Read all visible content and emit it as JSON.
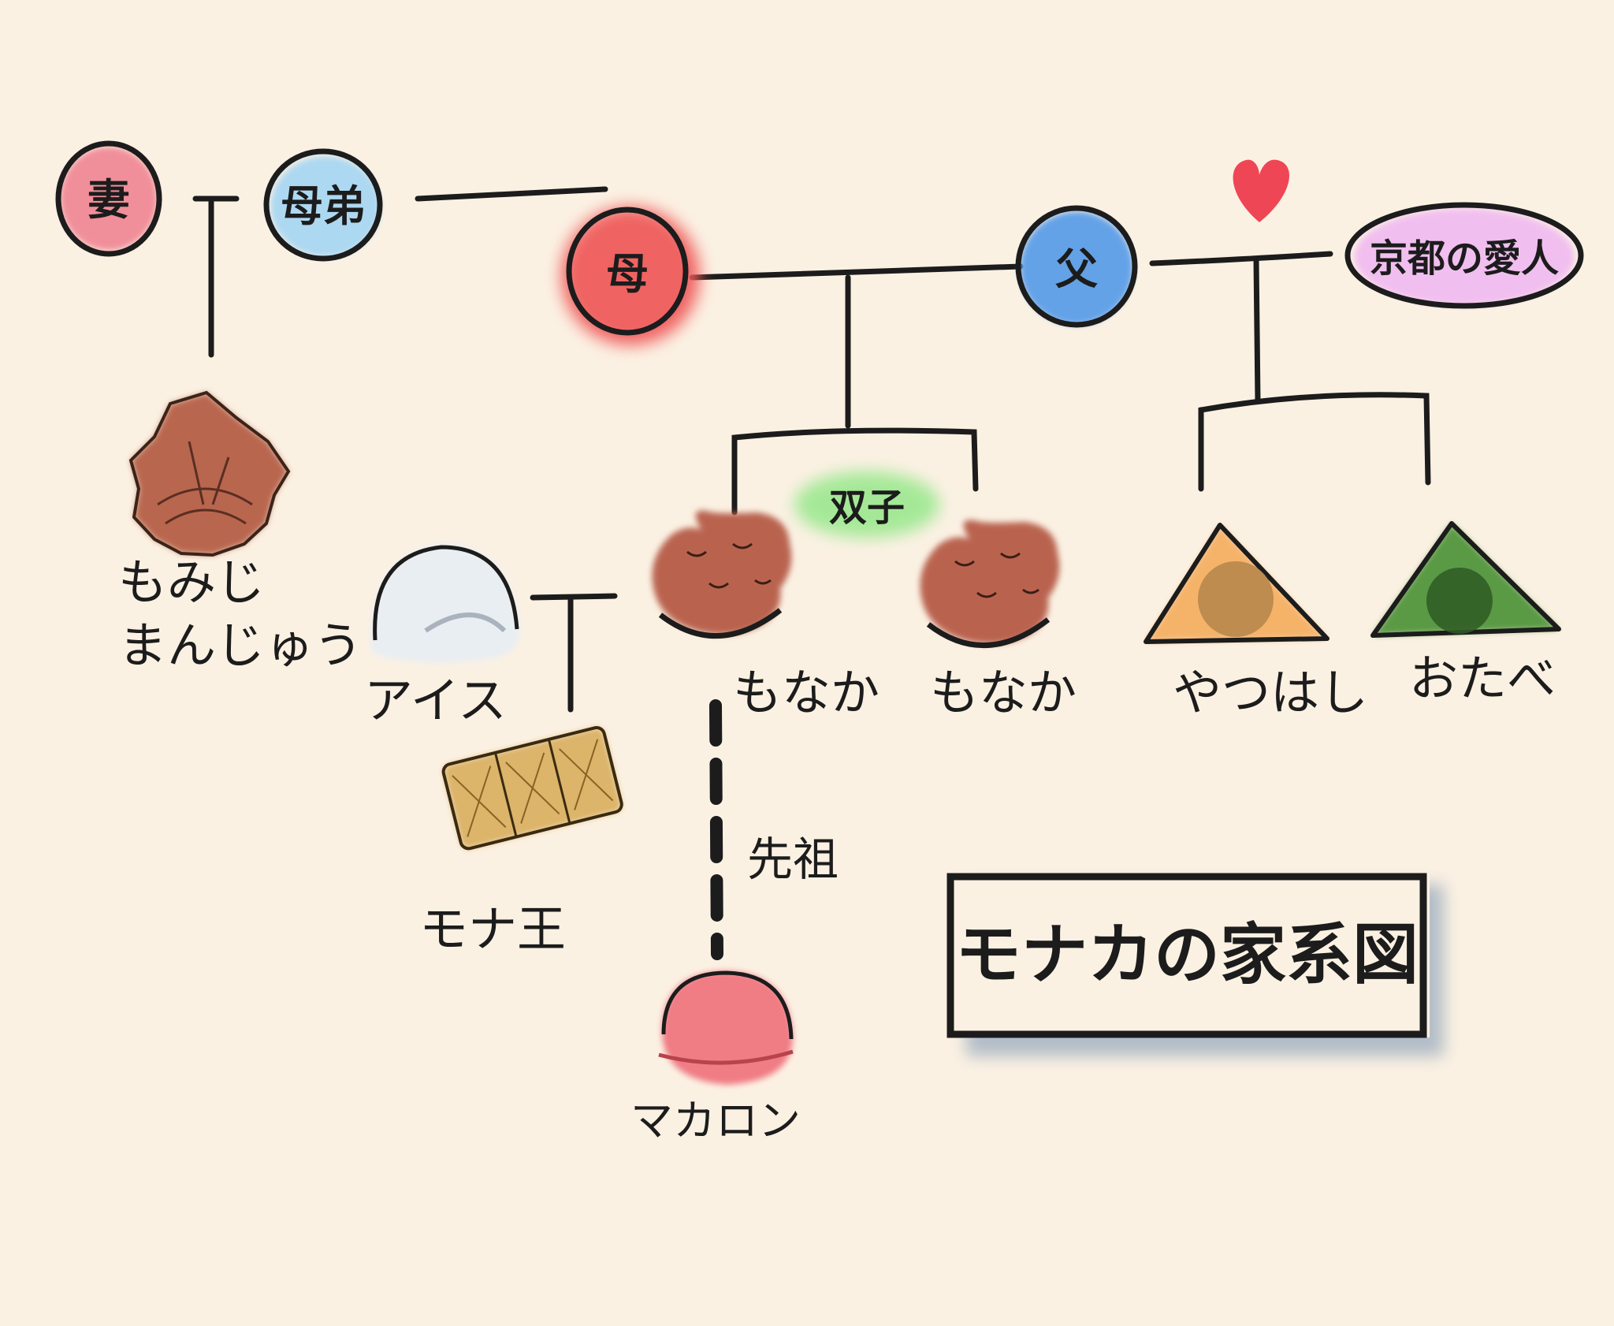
{
  "title": "モナカの家系図",
  "people": {
    "wife": "妻",
    "maternal_uncle": "母弟",
    "mother": "母",
    "father": "父",
    "kyoto_lover": "京都の愛人"
  },
  "twins_label": "双子",
  "ancestor_label": "先祖",
  "foods": {
    "momiji": [
      "もみじ",
      "まんじゅう"
    ],
    "ice": "アイス",
    "monaou": "モナ王",
    "monaka_1": "もなか",
    "monaka_2": "もなか",
    "macaron": "マカロン",
    "yatsuhashi": "やつはし",
    "otabe": "おたべ"
  },
  "colors": {
    "background": "#fbf1e3",
    "wife": "#f08a96",
    "maternal_uncle": "#a9d7f2",
    "mother": "#ef5b5b",
    "father": "#5b9ee8",
    "kyoto_lover": "#f1bdf0",
    "heart": "#ef4656",
    "twins": "#9be88f",
    "monaka": "#b9644f",
    "momiji": "#b9664f",
    "ice": "#e9eef2",
    "monaou": "#dcb46b",
    "macaron": "#f07b84",
    "yatsuhashi": "#f5b36b",
    "otabe": "#5a9a45"
  }
}
